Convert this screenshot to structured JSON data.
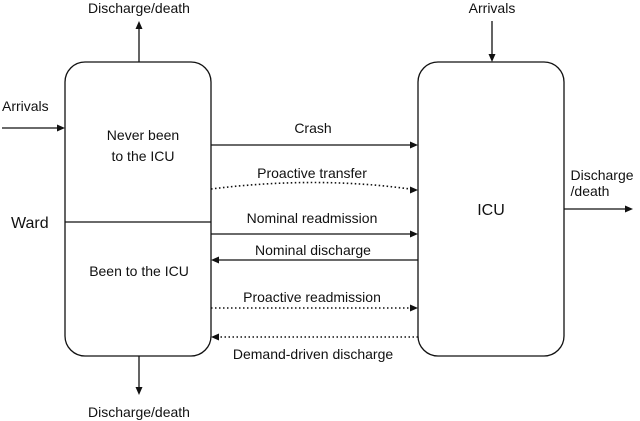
{
  "ward": {
    "label": "Ward",
    "upper_label_line1": "Never been",
    "upper_label_line2": "to the ICU",
    "lower_label": "Been to the ICU"
  },
  "icu": {
    "label": "ICU"
  },
  "external": {
    "ward_arrivals": "Arrivals",
    "icu_arrivals": "Arrivals",
    "ward_top_exit": "Discharge/death",
    "ward_bottom_exit": "Discharge/death",
    "icu_exit_line1": "Discharge",
    "icu_exit_line2": "/death"
  },
  "flows": [
    {
      "id": "crash",
      "label": "Crash",
      "direction": "ward-to-icu",
      "style": "solid"
    },
    {
      "id": "proactive-transfer",
      "label": "Proactive transfer",
      "direction": "ward-to-icu",
      "style": "dotted"
    },
    {
      "id": "nominal-readmission",
      "label": "Nominal readmission",
      "direction": "ward-to-icu",
      "style": "solid"
    },
    {
      "id": "nominal-discharge",
      "label": "Nominal discharge",
      "direction": "icu-to-ward",
      "style": "solid"
    },
    {
      "id": "proactive-readmission",
      "label": "Proactive readmission",
      "direction": "ward-to-icu",
      "style": "dotted"
    },
    {
      "id": "demand-driven-discharge",
      "label": "Demand-driven discharge",
      "direction": "icu-to-ward",
      "style": "dotted"
    }
  ]
}
